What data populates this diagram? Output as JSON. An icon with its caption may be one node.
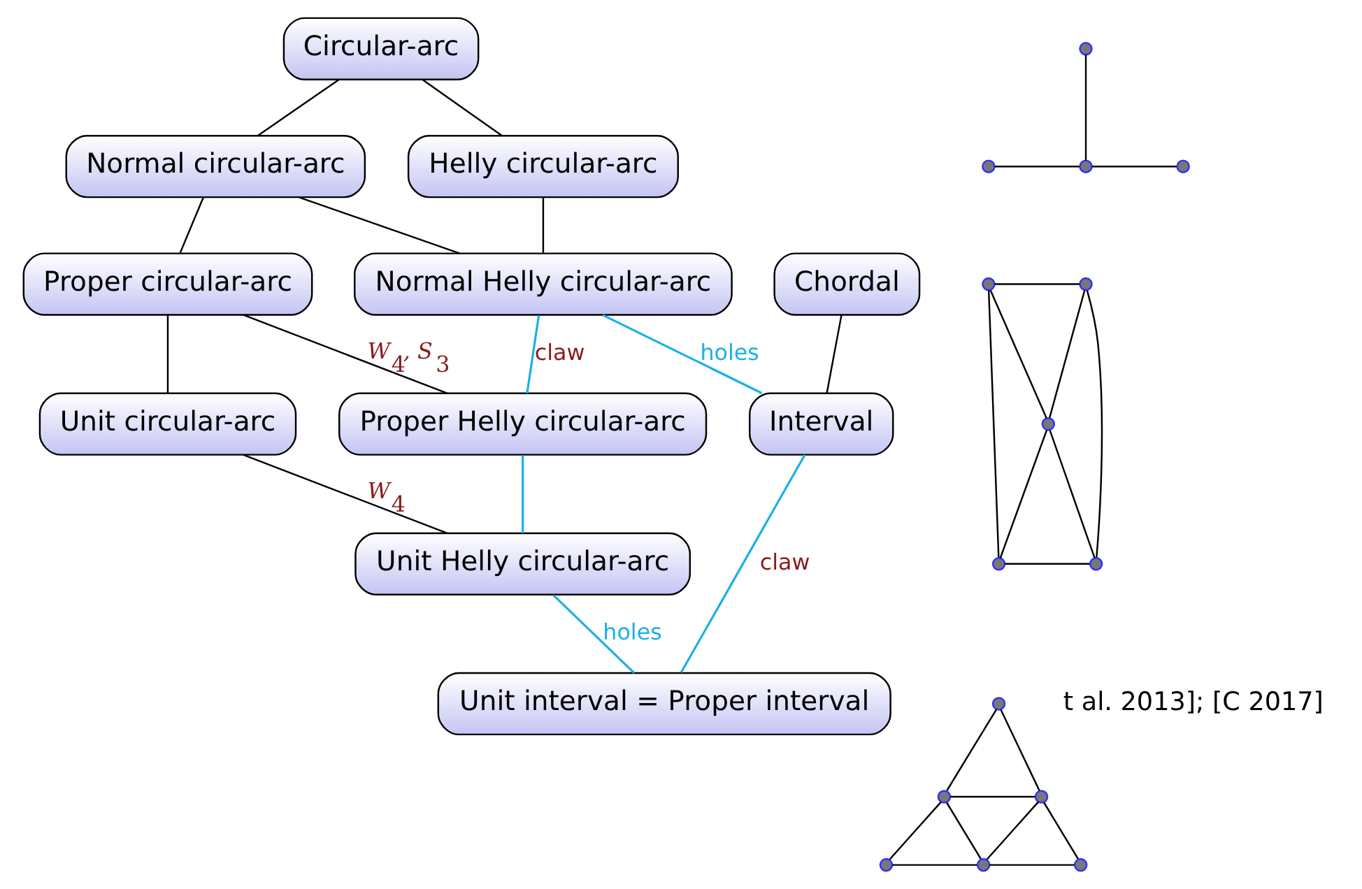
{
  "diagram": {
    "nodes": [
      {
        "text": [
          "Circular-arc"
        ]
      },
      {
        "text": [
          "Normal circular-arc"
        ]
      },
      {
        "text": [
          "Helly circular-arc"
        ]
      },
      {
        "text": [
          "Proper circular-arc"
        ]
      },
      {
        "text": [
          "Normal Helly circular-arc"
        ]
      },
      {
        "text": [
          "Chordal"
        ]
      },
      {
        "text": [
          "Unit circular-arc"
        ]
      },
      {
        "text": [
          "Proper Helly circular-arc"
        ]
      },
      {
        "text": [
          "Interval"
        ]
      },
      {
        "text": [
          "Unit Helly circular-arc"
        ]
      },
      {
        "text": [
          "Unit interval = Proper interval"
        ]
      },
      {
        "text": [],
        "shape": "circle"
      },
      {
        "text": [],
        "shape": "circle"
      },
      {
        "text": [],
        "shape": "circle"
      },
      {
        "text": [],
        "shape": "circle"
      },
      {
        "text": [],
        "shape": "circle"
      },
      {
        "text": [],
        "shape": "circle"
      },
      {
        "text": [],
        "shape": "circle"
      },
      {
        "text": [],
        "shape": "circle"
      },
      {
        "text": [],
        "shape": "circle"
      },
      {
        "text": [],
        "shape": "circle"
      },
      {
        "text": [],
        "shape": "circle"
      },
      {
        "text": [],
        "shape": "circle"
      },
      {
        "text": [],
        "shape": "circle"
      },
      {
        "text": [],
        "shape": "circle"
      },
      {
        "text": [],
        "shape": "circle"
      }
    ],
    "edges": [
      {
        "from": 0,
        "to": 1,
        "arrow": "none"
      },
      {
        "from": 0,
        "to": 2,
        "arrow": "none"
      },
      {
        "from": 1,
        "to": 3,
        "arrow": "none"
      },
      {
        "from": 1,
        "to": 4,
        "arrow": "none"
      },
      {
        "from": 2,
        "to": 4,
        "arrow": "none"
      },
      {
        "from": 3,
        "to": 6,
        "arrow": "none"
      },
      {
        "from": 3,
        "to": 7,
        "arrow": "none",
        "label": "W$_{4}$, S$_{3}$"
      },
      {
        "from": 4,
        "to": 7,
        "arrow": "none",
        "label": "claw",
        "color": "#1ab0e8"
      },
      {
        "from": 4,
        "to": 8,
        "arrow": "none",
        "label": "holes",
        "color": "#1ab0e8"
      },
      {
        "from": 5,
        "to": 8,
        "arrow": "none"
      },
      {
        "from": 6,
        "to": 9,
        "arrow": "none",
        "label": "W$_{4}$"
      },
      {
        "from": 7,
        "to": 9,
        "arrow": "none",
        "color": "#1ab0e8"
      },
      {
        "from": 9,
        "to": 10,
        "arrow": "none",
        "label": "holes",
        "color": "#1ab0e8"
      },
      {
        "from": 8,
        "to": 10,
        "arrow": "none",
        "label": "claw",
        "color": "#1ab0e8"
      },
      {
        "from": 11,
        "to": 13,
        "arrow": "none"
      },
      {
        "from": 12,
        "to": 13,
        "arrow": "none"
      },
      {
        "from": 13,
        "to": 14,
        "arrow": "none"
      },
      {
        "from": 15,
        "to": 16,
        "arrow": "none"
      },
      {
        "from": 15,
        "to": 17,
        "arrow": "none"
      },
      {
        "from": 16,
        "to": 17,
        "arrow": "none"
      },
      {
        "from": 15,
        "to": 18,
        "arrow": "none"
      },
      {
        "from": 16,
        "to": 19,
        "arrow": "none"
      },
      {
        "from": 17,
        "to": 18,
        "arrow": "none"
      },
      {
        "from": 17,
        "to": 19,
        "arrow": "none"
      },
      {
        "from": 18,
        "to": 19,
        "arrow": "none"
      },
      {
        "from": 20,
        "to": 21,
        "arrow": "none"
      },
      {
        "from": 20,
        "to": 22,
        "arrow": "none"
      },
      {
        "from": 21,
        "to": 22,
        "arrow": "none"
      },
      {
        "from": 21,
        "to": 23,
        "arrow": "none"
      },
      {
        "from": 21,
        "to": 24,
        "arrow": "none"
      },
      {
        "from": 22,
        "to": 24,
        "arrow": "none"
      },
      {
        "from": 22,
        "to": 25,
        "arrow": "none"
      },
      {
        "from": 23,
        "to": 24,
        "arrow": "none"
      },
      {
        "from": 24,
        "to": 25,
        "arrow": "none"
      }
    ],
    "labels": [
      "t al. 2013]; [C 2017]"
    ]
  }
}
